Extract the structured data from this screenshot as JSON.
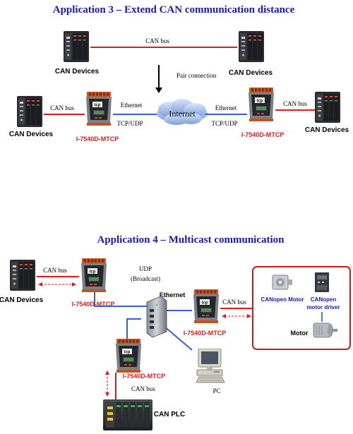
{
  "app3": {
    "title": "Application 3  –  Extend CAN communication distance",
    "top_can_bus": "CAN bus",
    "left_top_devices": "CAN Devices",
    "right_top_devices": "CAN Devices",
    "pair_connection": "Pair connection",
    "left_can_bus": "CAN bus",
    "left_devices": "CAN Devices",
    "left_ethernet": "Ethernet",
    "left_tcpudp": "TCP/UDP",
    "left_module": "I-7540D-MTCP",
    "internet": "Internet",
    "right_ethernet": "Ethernet",
    "right_tcpudp": "TCP/UDP",
    "right_module": "I-7540D-MTCP",
    "right_can_bus": "CAN bus",
    "right_devices": "CAN Devices"
  },
  "app4": {
    "title": "Application 4  –  Multicast communication",
    "left_can_bus": "CAN bus",
    "left_devices": "CAN Devices",
    "left_module": "I-7540D-MTCP",
    "udp_line1": "UDP",
    "udp_line2": "(Broadcast)",
    "ethernet": "Ethernet",
    "right_can_bus": "CAN bus",
    "right_module": "I-7540D-MTCP",
    "canopen_motor": "CANopen Motor",
    "canopen_driver_line1": "CANopen",
    "canopen_driver_line2": "motor driver",
    "motor": "Motor",
    "bottom_module": "I-7540D-MTCP",
    "bottom_can_bus": "CAN bus",
    "pc": "PC",
    "can_plc": "CAN PLC"
  },
  "colors": {
    "title_blue": "#1a1aa8",
    "module_red": "#d62020",
    "can_line_red": "#d81e1e",
    "ethernet_blue": "#3a5fd6",
    "box_border": "#d01818"
  }
}
